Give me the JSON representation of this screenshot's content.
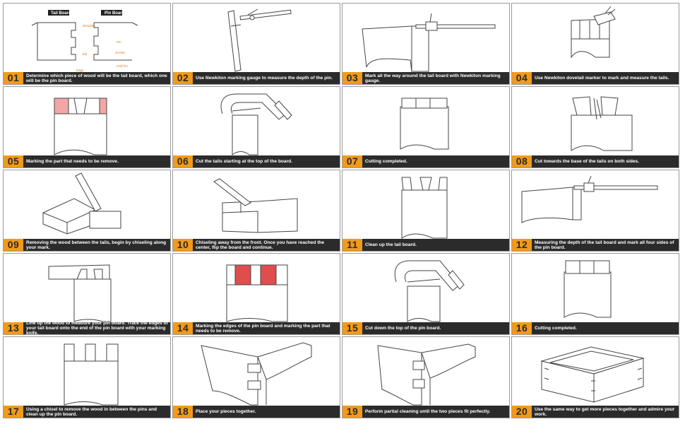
{
  "colors": {
    "accent": "#f19a1b",
    "caption_bg": "#2b2b2b",
    "mark": "#f2a7a7"
  },
  "labels": {
    "tail_board": "Tail Board",
    "pin_board": "Pin Board",
    "shoulder": "Shoulder",
    "pin": "Pin",
    "socket": "Socket",
    "tail": "Tail",
    "edge": "Edge",
    "half_pin": "Half Pin"
  },
  "steps": [
    {
      "num": "01",
      "text": "Determine which piece of wood will be the tail board, which one will be the pin board."
    },
    {
      "num": "02",
      "text": "Use Newkiton marking gauge to measure the depth of the pin."
    },
    {
      "num": "03",
      "text": "Mark all the way around the tail board with Newkiton marking gauge."
    },
    {
      "num": "04",
      "text": "Use Newkiton dovetail marker to mark and measure the tails."
    },
    {
      "num": "05",
      "text": "Marking the part that needs to be remove."
    },
    {
      "num": "06",
      "text": "Cut the tails starting at the top of the board."
    },
    {
      "num": "07",
      "text": "Cutting completed."
    },
    {
      "num": "08",
      "text": "Cut towards the base of the tails on both sides."
    },
    {
      "num": "09",
      "text": "Removing the wood between the tails, begin by chiseling along your mark."
    },
    {
      "num": "10",
      "text": "Chiseling away from the front. Once you have reached the center, flip the board and continue."
    },
    {
      "num": "11",
      "text": "Clean up the tail board."
    },
    {
      "num": "12",
      "text": "Measuring the depth of the tail board and mark all four sides of the pin board."
    },
    {
      "num": "13",
      "text": "Line up the wood to measure your pin board. Trace the edges of your tail board onto the end of the pin board with your marking knife."
    },
    {
      "num": "14",
      "text": "Marking the edges of the pin board and marking the part that needs to be remove."
    },
    {
      "num": "15",
      "text": "Cut down the top of the pin board."
    },
    {
      "num": "16",
      "text": "Cutting completed."
    },
    {
      "num": "17",
      "text": "Using a chisel to remove the wood in between the pins and clean up the pin board."
    },
    {
      "num": "18",
      "text": "Place your pieces together."
    },
    {
      "num": "19",
      "text": "Perform partial cleaning until the two pieces fit perfectly."
    },
    {
      "num": "20",
      "text": "Use the same way to get more pieces together and admire your work."
    }
  ]
}
